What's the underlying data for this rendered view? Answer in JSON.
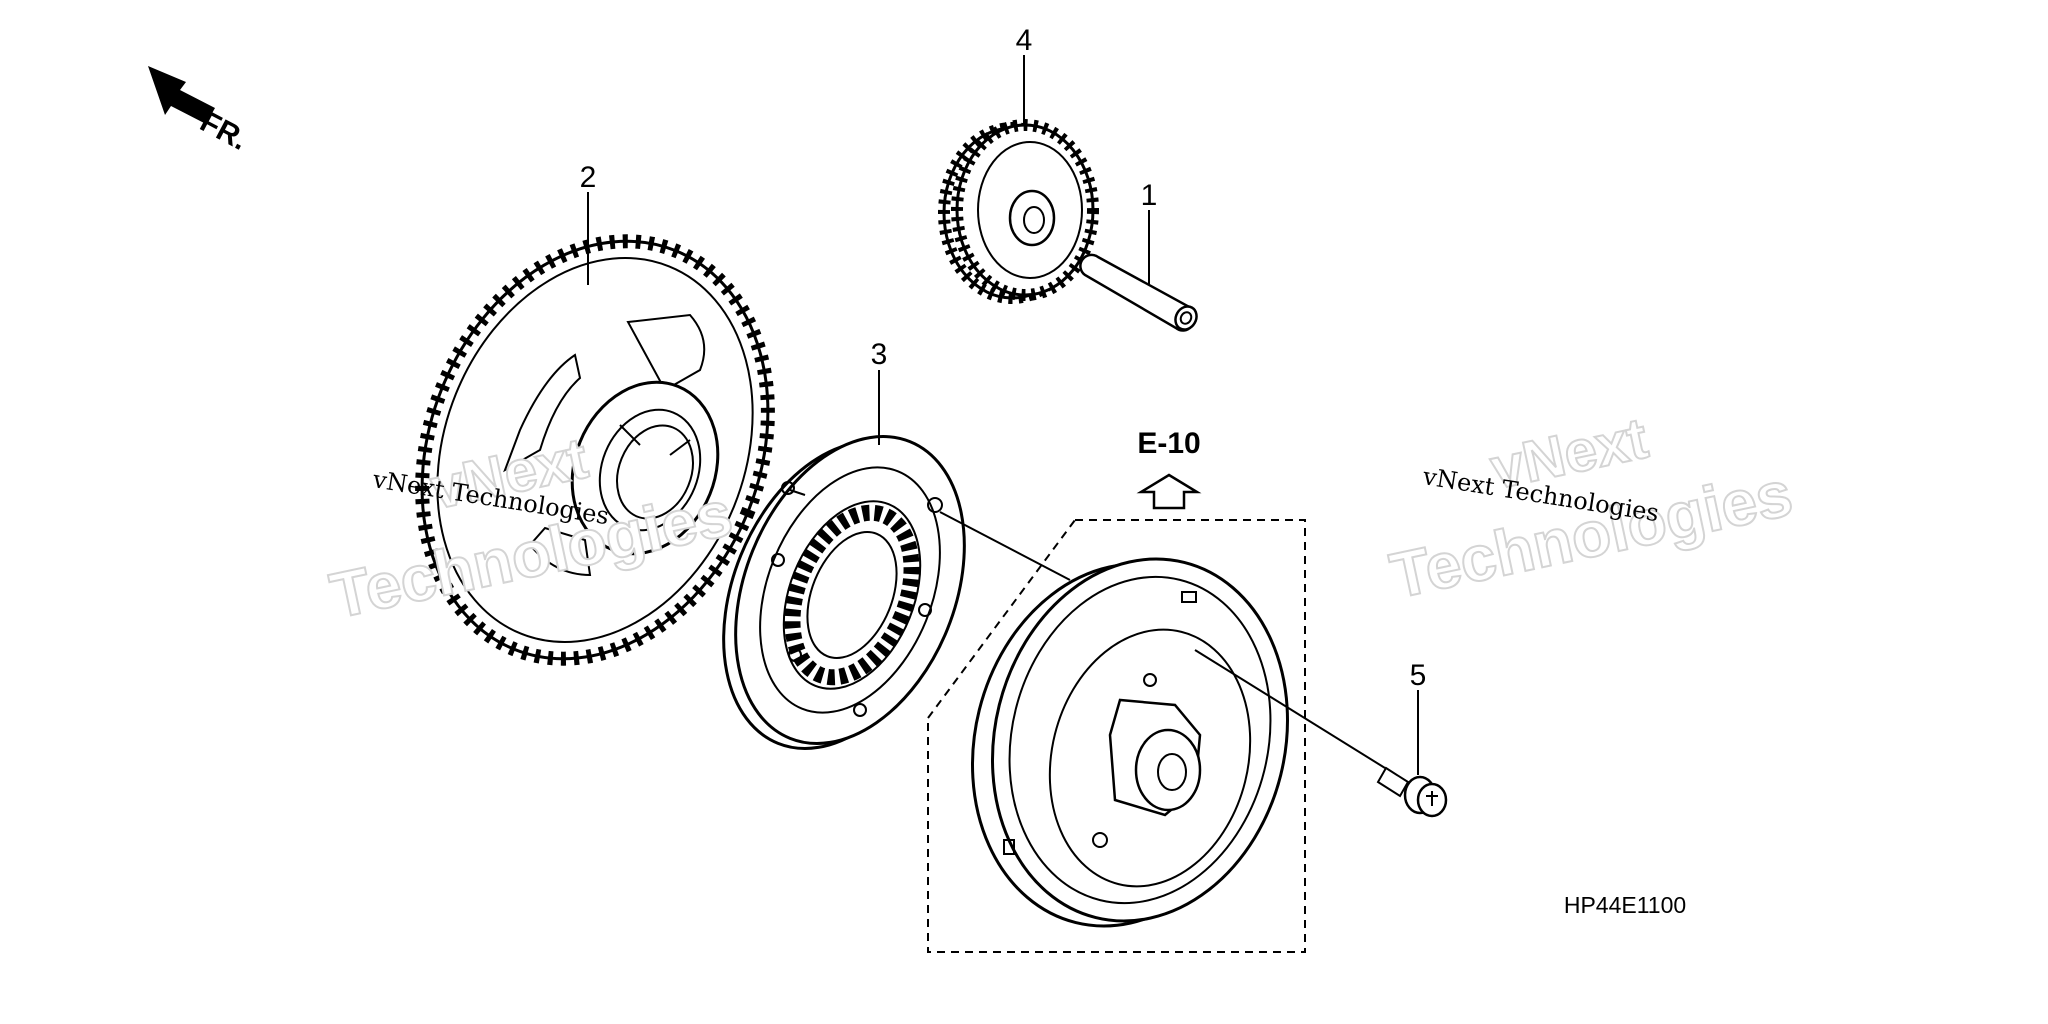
{
  "diagram": {
    "front_marker": "FR.",
    "reference_label": "E-10",
    "diagram_code": "HP44E1100",
    "callouts": {
      "part1": "1",
      "part2": "2",
      "part3": "3",
      "part4": "4",
      "part5": "5"
    },
    "watermarks": {
      "left_outline_1": "vNext",
      "left_outline_2": "Technologies",
      "left_serif": "vNext Technologies",
      "right_outline_1": "vNext",
      "right_outline_2": "Technologies",
      "right_serif": "vNext Technologies"
    }
  }
}
